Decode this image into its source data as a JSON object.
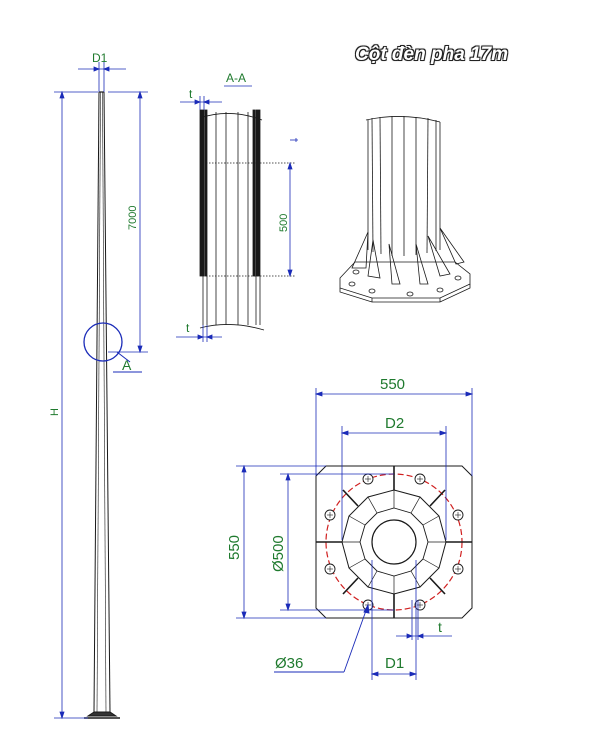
{
  "title": "Cột đèn pha 17m",
  "labels": {
    "d1_top": "D1",
    "len_7000": "7000",
    "height": "H",
    "detail": "A",
    "section": "A-A",
    "t_top": "t",
    "t_bottom": "t",
    "len_500": "500",
    "width_550": "550",
    "d2": "D2",
    "height_550": "550",
    "circle_500": "Ø500",
    "t_base": "t",
    "hole_36": "Ø36",
    "d1_base": "D1"
  },
  "colors": {
    "line": "#1a1a1a",
    "dimension": "#1f7a2e",
    "dim_line": "#1a2bb8",
    "bolt_circle": "#d02020"
  }
}
